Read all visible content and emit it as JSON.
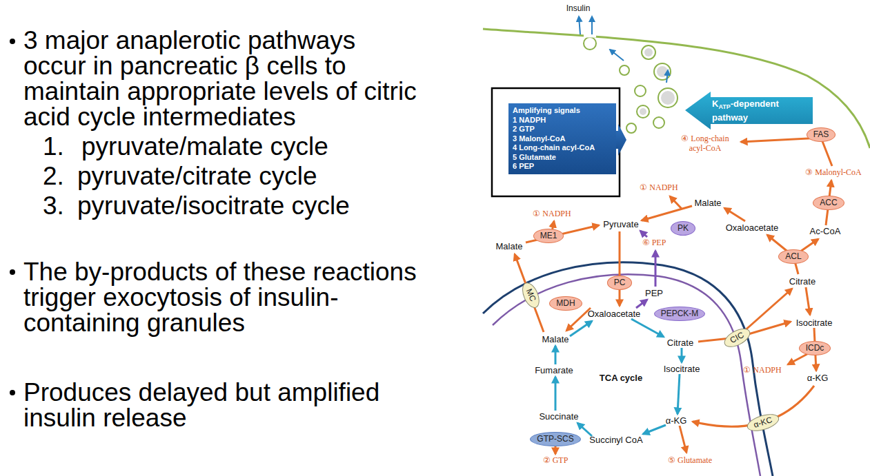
{
  "diagram": {
    "nodes": [
      {
        "text": [
          "Amplifying signals",
          "1 NADPH",
          "2 GTP",
          "3 Malonyl-CoA",
          "4 Long-chain acyl-CoA",
          "5 Glutamate",
          "6 PEP"
        ]
      },
      {
        "text": [
          "K",
          "ATP",
          "-dependent pathway"
        ]
      },
      {
        "text": [
          "FAS"
        ]
      },
      {
        "text": [
          "ACC"
        ]
      },
      {
        "text": [
          "ACL"
        ]
      },
      {
        "text": [
          "ICDc"
        ]
      },
      {
        "text": [
          "ME1"
        ]
      },
      {
        "text": [
          "PK"
        ]
      },
      {
        "text": [
          "PC"
        ]
      },
      {
        "text": [
          "MDH"
        ]
      },
      {
        "text": [
          "PEPCK-M"
        ]
      },
      {
        "text": [
          "CIC"
        ]
      },
      {
        "text": [
          "MC"
        ]
      },
      {
        "text": [
          "α-KC"
        ]
      },
      {
        "text": [
          "GTP-SCS"
        ]
      }
    ],
    "labels": [
      "3 major anaplerotic pathways occur in pancreatic β cells to maintain appropriate levels of citric acid cycle intermediates",
      "1.",
      "pyruvate/malate cycle",
      "2.",
      "pyruvate/citrate cycle",
      "3.",
      "pyruvate/isocitrate cycle",
      "The by-products of these reactions trigger exocytosis of insulin- containing granules",
      "Produces delayed but amplified insulin release",
      "Insulin",
      "④ Long-chain acyl-CoA",
      "③ Malonyl-CoA",
      "Ac-CoA",
      "Oxaloacetate",
      "Citrate",
      "Isocitrate",
      "① NADPH",
      "α-KG",
      "① NADPH",
      "Malate",
      "Pyruvate",
      "① NADPH",
      "Malate",
      "⑥ PEP",
      "PEP",
      "Oxaloacetate",
      "Malate",
      "Citrate",
      "Isocitrate",
      "TCA cycle",
      "α-KG",
      "Fumarate",
      "Succinate",
      "Succinyl CoA",
      "② GTP",
      "⑤ Glutamate"
    ]
  }
}
